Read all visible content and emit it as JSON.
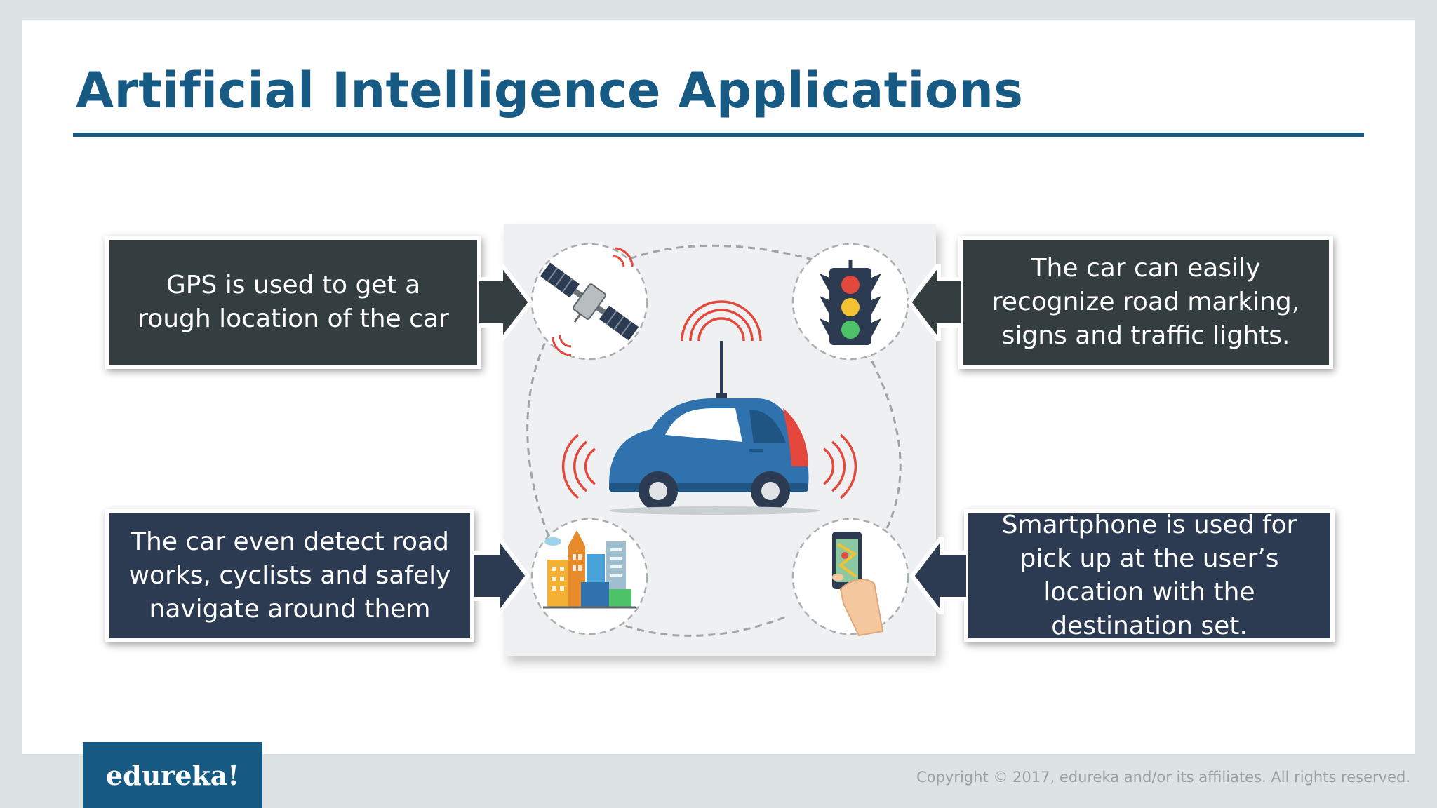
{
  "slide": {
    "title": "Artificial Intelligence Applications",
    "callouts": {
      "gps": "GPS is used to get a rough location of the car",
      "recognize": "The car can easily recognize road marking, signs and traffic lights.",
      "detect": "The car even detect road works, cyclists and safely navigate around them",
      "smartphone": "Smartphone is used for pick up at the user’s location with the destination set."
    },
    "icons": [
      "satellite-icon",
      "traffic-light-icon",
      "city-buildings-icon",
      "smartphone-map-icon",
      "self-driving-car-icon"
    ],
    "colors": {
      "brand": "#175a84",
      "callout_dark": "#343e40",
      "callout_navy": "#2c3b52",
      "sensor_red": "#e4473c",
      "car_blue": "#2f72ad"
    }
  },
  "footer": {
    "logo_text": "edureka!",
    "copyright": "Copyright © 2017, edureka and/or its affiliates. All rights reserved."
  }
}
